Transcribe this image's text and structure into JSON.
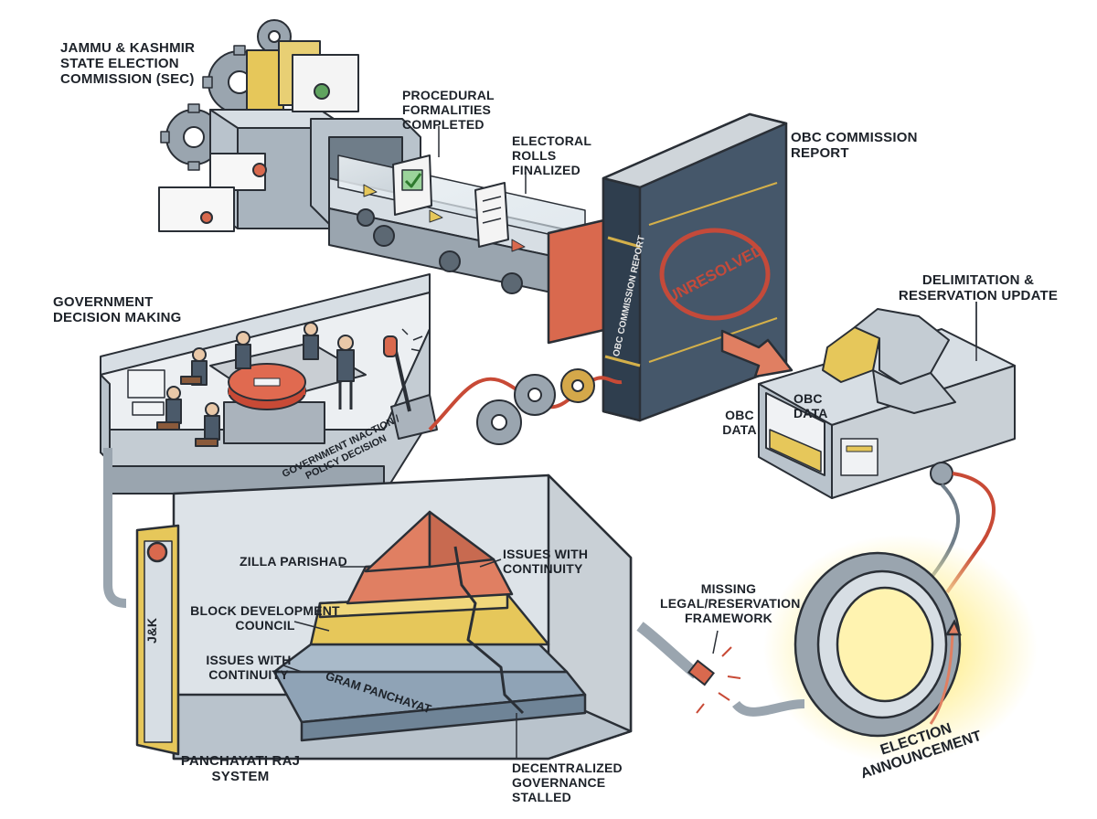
{
  "labels": {
    "sec": "JAMMU & KASHMIR\nSTATE ELECTION\nCOMMISSION (SEC)",
    "procedural": "PROCEDURAL\nFORMALITIES\nCOMPLETED",
    "rolls": "ELECTORAL\nROLLS\nFINALIZED",
    "obc_report": "OBC COMMISSION\nREPORT",
    "gov_decision": "GOVERNMENT\nDECISION MAKING",
    "delimitation": "DELIMITATION &\nRESERVATION UPDATE",
    "obc_data_screen": "OBC\nDATA",
    "obc_data_arrow": "OBC\nDATA",
    "gov_inaction": "GOVERNMENT INACTION /\nPOLICY DECISION",
    "book_spine": "OBC COMMISSION REPORT",
    "stamp": "UNRESOLVED",
    "zilla": "ZILLA PARISHAD",
    "issues_top": "ISSUES WITH\nCONTINUITY",
    "block": "BLOCK DEVELOPMENT\nCOUNCIL",
    "issues_left": "ISSUES WITH\nCONTINUITY",
    "gram": "GRAM PANCHAYAT",
    "jk": "J&K",
    "missing": "MISSING\nLEGAL/RESERVATION\nFRAMEWORK",
    "panchayati": "PANCHAYATI RAJ\nSYSTEM",
    "decentralized": "DECENTRALIZED\nGOVERNANCE\nSTALLED",
    "election": "ELECTION\nANNOUNCEMENT"
  },
  "colors": {
    "outline": "#2a2f36",
    "steel": "#b9c3cc",
    "steel_light": "#d7dee4",
    "steel_dark": "#8e9aa5",
    "book": "#45576a",
    "book_dark": "#2f3e4e",
    "orange": "#d9694e",
    "yellow": "#e6c75a",
    "slate": "#8fa3b6",
    "glow": "#fff2a8"
  }
}
